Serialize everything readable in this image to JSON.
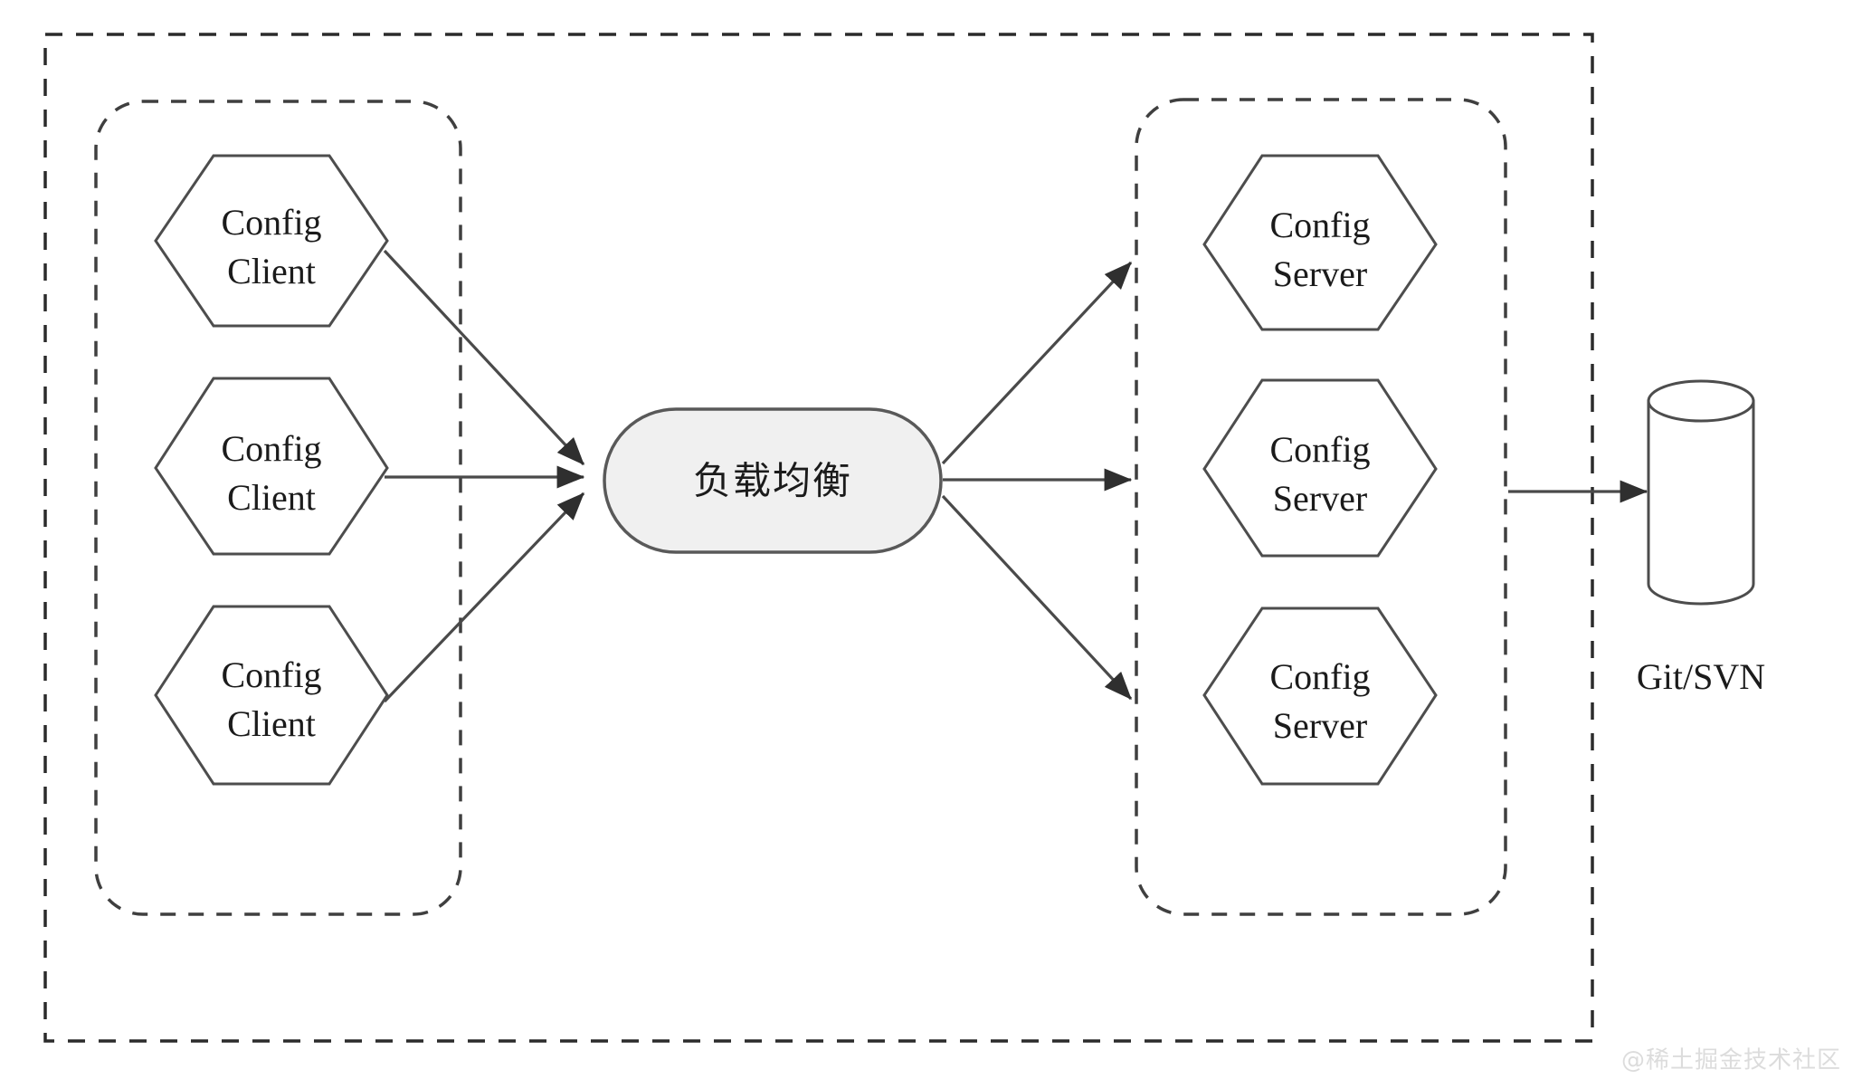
{
  "diagram": {
    "title": "Config Client / Load Balancer / Config Server architecture",
    "outer_group": {
      "name": "outer-boundary",
      "style": "dashed-rectangle"
    },
    "client_group": {
      "name": "config-client-group",
      "style": "dashed-rounded-rectangle",
      "nodes": [
        {
          "line1": "Config",
          "line2": "Client"
        },
        {
          "line1": "Config",
          "line2": "Client"
        },
        {
          "line1": "Config",
          "line2": "Client"
        }
      ]
    },
    "load_balancer": {
      "label": "负载均衡",
      "shape": "rounded-pill",
      "fill": "#f0f0f0",
      "stroke": "#595959"
    },
    "server_group": {
      "name": "config-server-group",
      "style": "dashed-rounded-rectangle",
      "nodes": [
        {
          "line1": "Config",
          "line2": "Server"
        },
        {
          "line1": "Config",
          "line2": "Server"
        },
        {
          "line1": "Config",
          "line2": "Server"
        }
      ]
    },
    "repository": {
      "label": "Git/SVN",
      "shape": "cylinder"
    },
    "watermark": "@稀土掘金技术社区",
    "colors": {
      "stroke": "#4d4d4d",
      "outer_stroke": "#2b2b2b",
      "lb_fill": "#f0f0f0",
      "text": "#1b1b1b",
      "watermark": "#dcdcdc",
      "background": "#ffffff"
    }
  }
}
